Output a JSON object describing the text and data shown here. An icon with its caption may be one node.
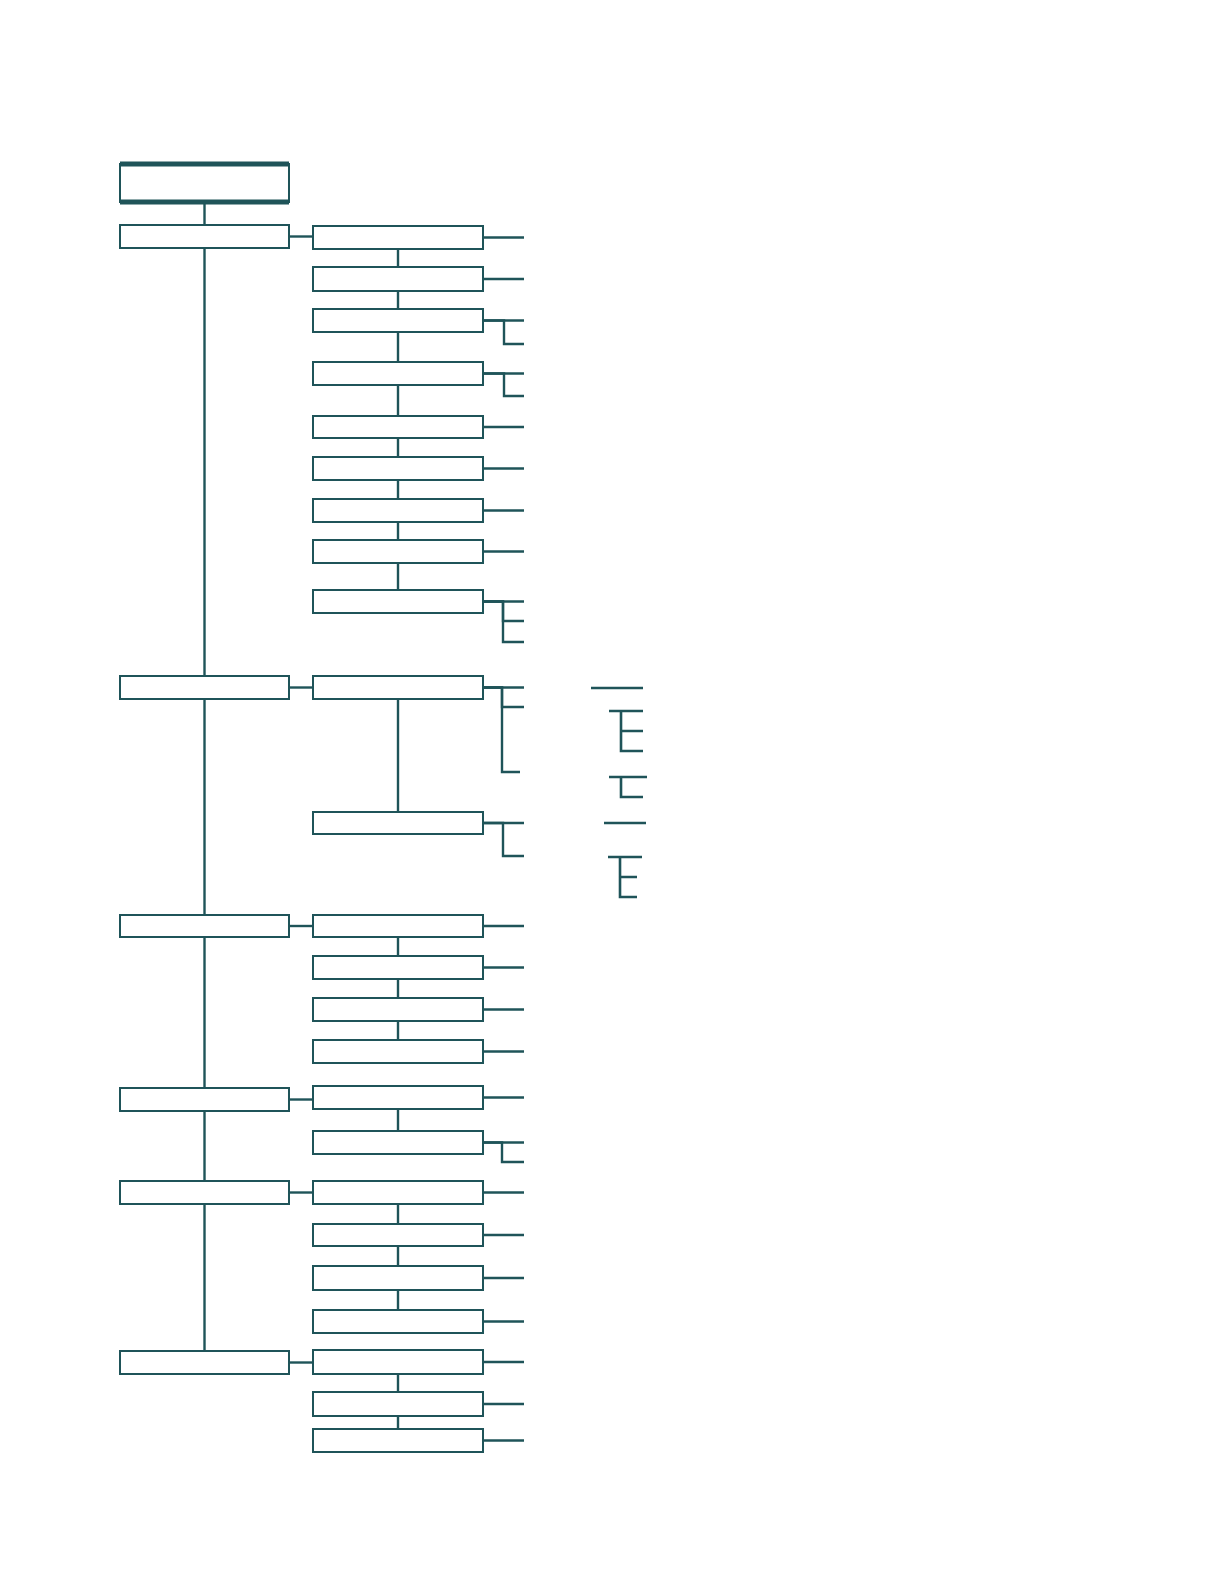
{
  "diagram": {
    "nodes": [
      {
        "text": [],
        "shape": "box"
      },
      {
        "text": [],
        "shape": "box"
      },
      {
        "text": [],
        "shape": "box"
      },
      {
        "text": [],
        "shape": "box"
      },
      {
        "text": [],
        "shape": "box"
      },
      {
        "text": [],
        "shape": "box"
      },
      {
        "text": [],
        "shape": "box"
      },
      {
        "text": [],
        "shape": "box"
      },
      {
        "text": [],
        "shape": "box"
      },
      {
        "text": [],
        "shape": "box"
      },
      {
        "text": [],
        "shape": "box"
      },
      {
        "text": [],
        "shape": "box"
      },
      {
        "text": [],
        "shape": "box"
      },
      {
        "text": [],
        "shape": "box"
      },
      {
        "text": [],
        "shape": "box"
      },
      {
        "text": [],
        "shape": "box"
      },
      {
        "text": [],
        "shape": "box"
      },
      {
        "text": [],
        "shape": "box"
      },
      {
        "text": [],
        "shape": "box"
      },
      {
        "text": [],
        "shape": "box"
      },
      {
        "text": [],
        "shape": "box"
      },
      {
        "text": [],
        "shape": "box"
      },
      {
        "text": [],
        "shape": "box"
      },
      {
        "text": [],
        "shape": "box"
      },
      {
        "text": [],
        "shape": "box"
      },
      {
        "text": [],
        "shape": "box"
      },
      {
        "text": [],
        "shape": "box"
      },
      {
        "text": [],
        "shape": "box"
      },
      {
        "text": [],
        "shape": "box"
      },
      {
        "text": [],
        "shape": "box"
      },
      {
        "text": [],
        "shape": "box"
      }
    ],
    "edges": [
      {
        "from": 0,
        "to": 1,
        "arrow": "none"
      },
      {
        "from": 1,
        "to": 2,
        "arrow": "none"
      },
      {
        "from": 2,
        "to": 3,
        "arrow": "none"
      },
      {
        "from": 3,
        "to": 4,
        "arrow": "none"
      },
      {
        "from": 4,
        "to": 5,
        "arrow": "none"
      },
      {
        "from": 5,
        "to": 6,
        "arrow": "none"
      },
      {
        "from": 6,
        "to": 7,
        "arrow": "none"
      },
      {
        "from": 7,
        "to": 8,
        "arrow": "none"
      },
      {
        "from": 8,
        "to": 9,
        "arrow": "none"
      },
      {
        "from": 9,
        "to": 10,
        "arrow": "none"
      },
      {
        "from": 1,
        "to": 11,
        "arrow": "none"
      },
      {
        "from": 11,
        "to": 12,
        "arrow": "none"
      },
      {
        "from": 12,
        "to": 13,
        "arrow": "none"
      },
      {
        "from": 11,
        "to": 14,
        "arrow": "none"
      },
      {
        "from": 14,
        "to": 15,
        "arrow": "none"
      },
      {
        "from": 15,
        "to": 16,
        "arrow": "none"
      },
      {
        "from": 16,
        "to": 17,
        "arrow": "none"
      },
      {
        "from": 17,
        "to": 18,
        "arrow": "none"
      },
      {
        "from": 14,
        "to": 19,
        "arrow": "none"
      },
      {
        "from": 19,
        "to": 20,
        "arrow": "none"
      },
      {
        "from": 20,
        "to": 21,
        "arrow": "none"
      },
      {
        "from": 19,
        "to": 22,
        "arrow": "none"
      },
      {
        "from": 22,
        "to": 23,
        "arrow": "none"
      },
      {
        "from": 23,
        "to": 24,
        "arrow": "none"
      },
      {
        "from": 24,
        "to": 25,
        "arrow": "none"
      },
      {
        "from": 25,
        "to": 26,
        "arrow": "none"
      },
      {
        "from": 22,
        "to": 27,
        "arrow": "none"
      },
      {
        "from": 27,
        "to": 28,
        "arrow": "none"
      },
      {
        "from": 28,
        "to": 29,
        "arrow": "none"
      },
      {
        "from": 29,
        "to": 30,
        "arrow": "none"
      },
      {
        "from": 2,
        "to": null,
        "arrow": "none"
      },
      {
        "from": 3,
        "to": null,
        "arrow": "none"
      },
      {
        "from": 4,
        "to": null,
        "arrow": "none"
      },
      {
        "from": 4,
        "to": null,
        "arrow": "none"
      },
      {
        "from": 5,
        "to": null,
        "arrow": "none"
      },
      {
        "from": 5,
        "to": null,
        "arrow": "none"
      },
      {
        "from": 6,
        "to": null,
        "arrow": "none"
      },
      {
        "from": 7,
        "to": null,
        "arrow": "none"
      },
      {
        "from": 8,
        "to": null,
        "arrow": "none"
      },
      {
        "from": 9,
        "to": null,
        "arrow": "none"
      },
      {
        "from": 10,
        "to": null,
        "arrow": "none"
      },
      {
        "from": 10,
        "to": null,
        "arrow": "none"
      },
      {
        "from": 10,
        "to": null,
        "arrow": "none"
      },
      {
        "from": 12,
        "to": null,
        "arrow": "none"
      },
      {
        "from": 12,
        "to": null,
        "arrow": "none"
      },
      {
        "from": 12,
        "to": null,
        "arrow": "none"
      },
      {
        "from": 13,
        "to": null,
        "arrow": "none"
      },
      {
        "from": 13,
        "to": null,
        "arrow": "none"
      },
      {
        "from": 15,
        "to": null,
        "arrow": "none"
      },
      {
        "from": 16,
        "to": null,
        "arrow": "none"
      },
      {
        "from": 17,
        "to": null,
        "arrow": "none"
      },
      {
        "from": 18,
        "to": null,
        "arrow": "none"
      },
      {
        "from": 20,
        "to": null,
        "arrow": "none"
      },
      {
        "from": 21,
        "to": null,
        "arrow": "none"
      },
      {
        "from": 21,
        "to": null,
        "arrow": "none"
      },
      {
        "from": 23,
        "to": null,
        "arrow": "none"
      },
      {
        "from": 24,
        "to": null,
        "arrow": "none"
      },
      {
        "from": 25,
        "to": null,
        "arrow": "none"
      },
      {
        "from": 26,
        "to": null,
        "arrow": "none"
      },
      {
        "from": 28,
        "to": null,
        "arrow": "none"
      },
      {
        "from": 29,
        "to": null,
        "arrow": "none"
      },
      {
        "from": 30,
        "to": null,
        "arrow": "none"
      }
    ]
  }
}
